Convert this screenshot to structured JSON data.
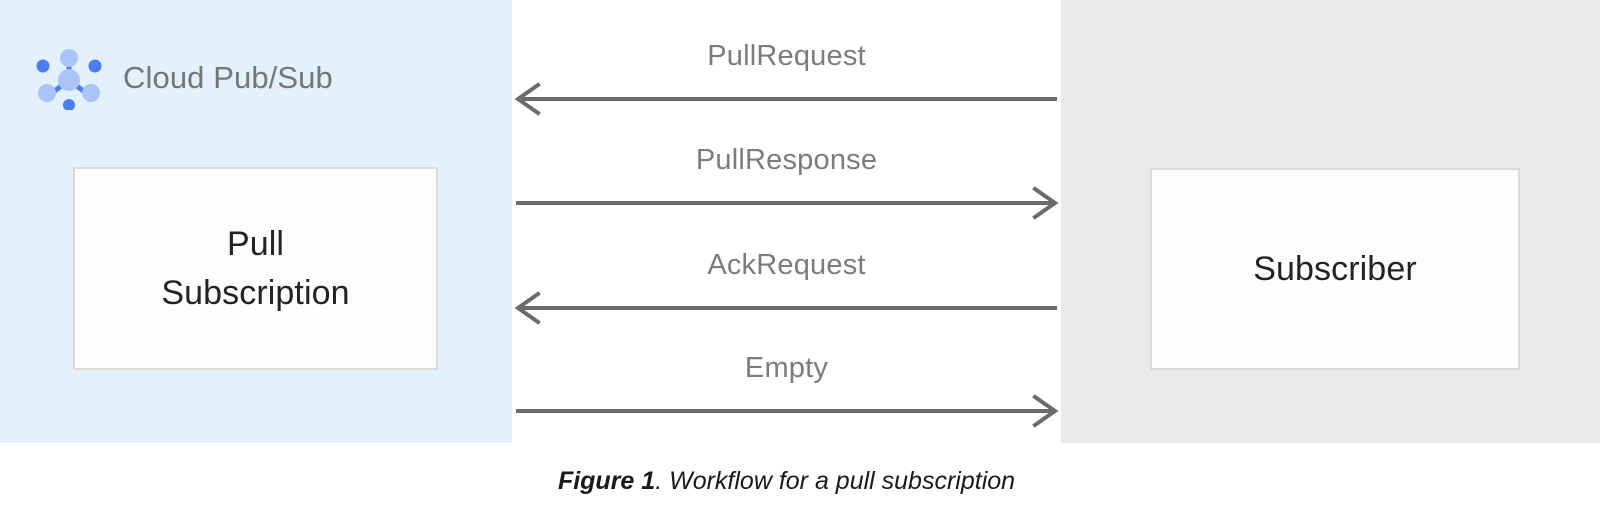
{
  "figure": {
    "caption_number": "Figure 1",
    "caption_separator": ". ",
    "caption_text": "Workflow for a pull subscription"
  },
  "pubsub_panel": {
    "service_label": "Cloud Pub/Sub",
    "icon_name": "cloud-pubsub-icon",
    "background_color": "#e2f1fc",
    "node": {
      "line1": "Pull",
      "line2": "Subscription"
    }
  },
  "subscriber_panel": {
    "background_color": "#eaeaea",
    "node": {
      "label": "Subscriber"
    }
  },
  "messages": [
    {
      "label": "PullRequest",
      "direction": "left",
      "from": "Subscriber",
      "to": "Pull Subscription"
    },
    {
      "label": "PullResponse",
      "direction": "right",
      "from": "Pull Subscription",
      "to": "Subscriber"
    },
    {
      "label": "AckRequest",
      "direction": "left",
      "from": "Subscriber",
      "to": "Pull Subscription"
    },
    {
      "label": "Empty",
      "direction": "right",
      "from": "Pull Subscription",
      "to": "Subscriber"
    }
  ],
  "colors": {
    "arrow": "#6b6b6b",
    "label_text": "#7a7c80",
    "node_text": "#232323",
    "node_border": "#dddbd9",
    "node_fill": "#fdfdfd",
    "icon_primary": "#4a7ef0",
    "icon_secondary": "#aac4f7"
  }
}
